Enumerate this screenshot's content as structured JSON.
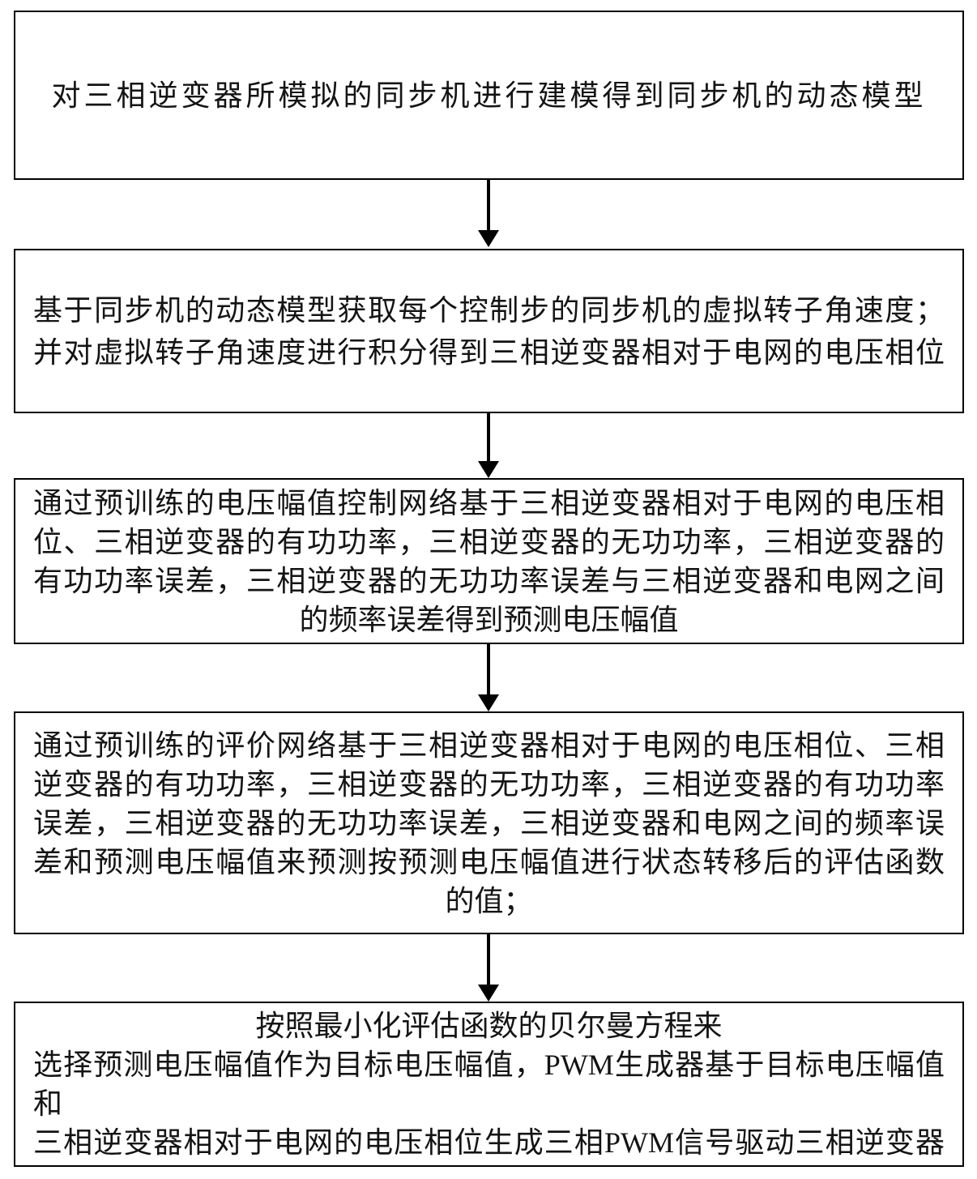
{
  "diagram": {
    "type": "flowchart",
    "orientation": "vertical",
    "background_color": "#ffffff",
    "box_border_color": "#000000",
    "text_color": "#141414",
    "arrow_color": "#000000"
  },
  "steps": [
    {
      "id": 1,
      "lines": [
        "对三相逆变器所模拟的同步机进行建模得到同步机的动态模型"
      ]
    },
    {
      "id": 2,
      "lines": [
        "基于同步机的动态模型获取每个控制步的同步机的虚拟转子角速度；",
        "并对虚拟转子角速度进行积分得到三相逆变器相对于电网的电压相位"
      ]
    },
    {
      "id": 3,
      "lines": [
        "通过预训练的电压幅值控制网络基于三相逆变器相对于电网的电压相",
        "位、三相逆变器的有功功率，三相逆变器的无功功率，三相逆变器的",
        "有功功率误差，三相逆变器的无功功率误差与三相逆变器和电网之间",
        "的频率误差得到预测电压幅值"
      ]
    },
    {
      "id": 4,
      "lines": [
        "通过预训练的评价网络基于三相逆变器相对于电网的电压相位、三相",
        "逆变器的有功功率，三相逆变器的无功功率，三相逆变器的有功功率",
        "误差，三相逆变器的无功功率误差，三相逆变器和电网之间的频率误",
        "差和预测电压幅值来预测按预测电压幅值进行状态转移后的评估函数",
        "的值；"
      ]
    },
    {
      "id": 5,
      "lines": [
        "按照最小化评估函数的贝尔曼方程来",
        "选择预测电压幅值作为目标电压幅值，PWM生成器基于目标电压幅值和",
        "三相逆变器相对于电网的电压相位生成三相PWM信号驱动三相逆变器"
      ]
    }
  ],
  "connectors": [
    {
      "from": 1,
      "to": 2,
      "style": "solid-down-arrow"
    },
    {
      "from": 2,
      "to": 3,
      "style": "solid-down-arrow"
    },
    {
      "from": 3,
      "to": 4,
      "style": "solid-down-arrow"
    },
    {
      "from": 4,
      "to": 5,
      "style": "solid-down-arrow"
    }
  ]
}
